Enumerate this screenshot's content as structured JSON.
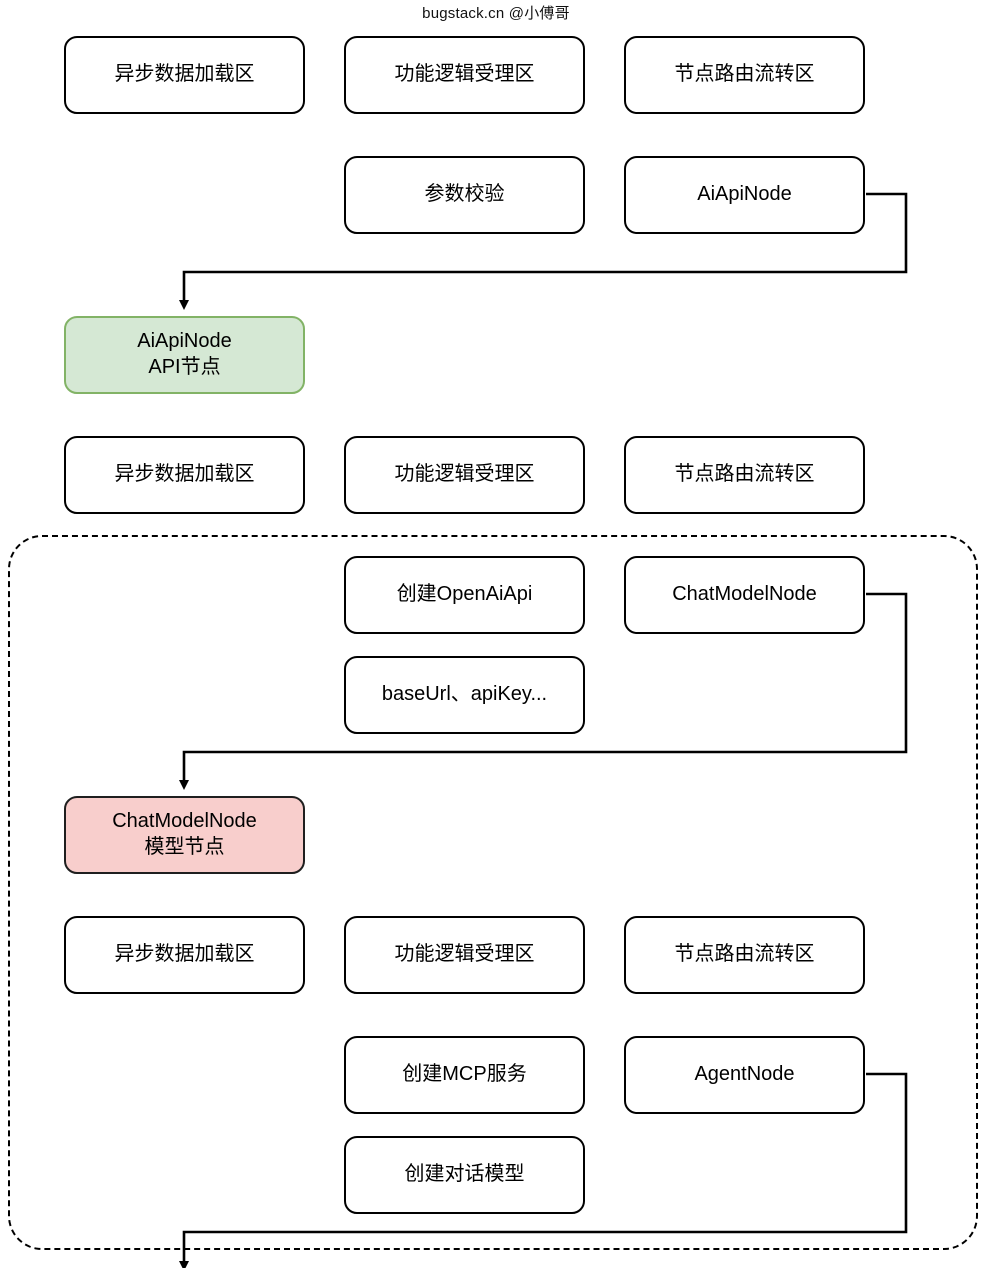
{
  "watermark": "bugstack.cn @小傅哥",
  "diagram": {
    "type": "flowchart",
    "title": "",
    "background": "#ffffff",
    "colors": {
      "node_border": "#000000",
      "node_fill": "#ffffff",
      "api_node_fill": "#d5e8d4",
      "api_node_border": "#82b366",
      "model_node_fill": "#f8cecc",
      "model_node_border": "#1f1f1f",
      "edge": "#000000",
      "group_border": "#000000"
    },
    "groups": [
      {
        "name": "dashed-group",
        "style": "dashed",
        "label": ""
      }
    ],
    "nodes": [
      {
        "id": "n1",
        "label": "异步数据加载区",
        "style": "plain"
      },
      {
        "id": "n2",
        "label": "功能逻辑受理区",
        "style": "plain"
      },
      {
        "id": "n3",
        "label": "节点路由流转区",
        "style": "plain"
      },
      {
        "id": "n4",
        "label": "参数校验",
        "style": "plain"
      },
      {
        "id": "n5",
        "label": "AiApiNode",
        "style": "plain"
      },
      {
        "id": "n6",
        "label": "AiApiNode\nAPI节点",
        "style": "green"
      },
      {
        "id": "n7",
        "label": "异步数据加载区",
        "style": "plain"
      },
      {
        "id": "n8",
        "label": "功能逻辑受理区",
        "style": "plain"
      },
      {
        "id": "n9",
        "label": "节点路由流转区",
        "style": "plain"
      },
      {
        "id": "n10",
        "label": "创建OpenAiApi",
        "style": "plain"
      },
      {
        "id": "n11",
        "label": "ChatModelNode",
        "style": "plain"
      },
      {
        "id": "n12",
        "label": "baseUrl、apiKey...",
        "style": "plain"
      },
      {
        "id": "n13",
        "label": "ChatModelNode\n模型节点",
        "style": "pink"
      },
      {
        "id": "n14",
        "label": "异步数据加载区",
        "style": "plain"
      },
      {
        "id": "n15",
        "label": "功能逻辑受理区",
        "style": "plain"
      },
      {
        "id": "n16",
        "label": "节点路由流转区",
        "style": "plain"
      },
      {
        "id": "n17",
        "label": "创建MCP服务",
        "style": "plain"
      },
      {
        "id": "n18",
        "label": "AgentNode",
        "style": "plain"
      },
      {
        "id": "n19",
        "label": "创建对话模型",
        "style": "plain"
      }
    ],
    "edges": [
      {
        "from": "n5",
        "to": "n6",
        "arrow": true
      },
      {
        "from": "n11",
        "to": "n13",
        "arrow": true
      },
      {
        "from": "n18",
        "to": "below",
        "arrow": true
      }
    ]
  }
}
